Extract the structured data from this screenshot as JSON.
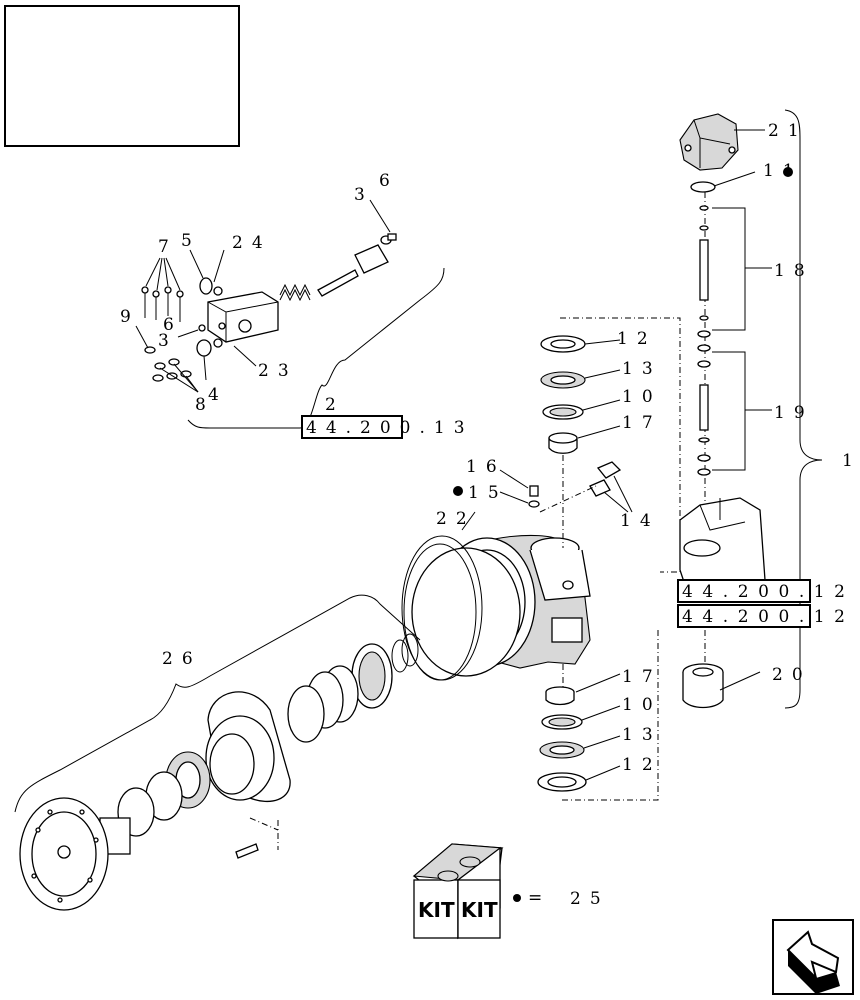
{
  "callouts": {
    "c1": "1",
    "c2": "2",
    "c3a": "3",
    "c3b": "3",
    "c4": "4",
    "c5": "5",
    "c6a": "6",
    "c6b": "6",
    "c7": "7",
    "c8": "8",
    "c9": "9",
    "c10a": "10",
    "c10b": "10",
    "c11": "11",
    "c12a": "12",
    "c12b": "12",
    "c13a": "13",
    "c13b": "13",
    "c14": "14",
    "c15": "15",
    "c16": "16",
    "c17a": "17",
    "c17b": "17",
    "c18": "18",
    "c19": "19",
    "c20": "20",
    "c21": "21",
    "c22": "22",
    "c23": "23",
    "c24": "24",
    "c25": "25",
    "c26": "26"
  },
  "refboxes": {
    "ref_a": "44.200.13",
    "ref_b": "44.200.12",
    "ref_c": "44.200.12"
  },
  "kit": {
    "label_left": "KIT",
    "label_right": "KIT",
    "legend_equals": "="
  }
}
